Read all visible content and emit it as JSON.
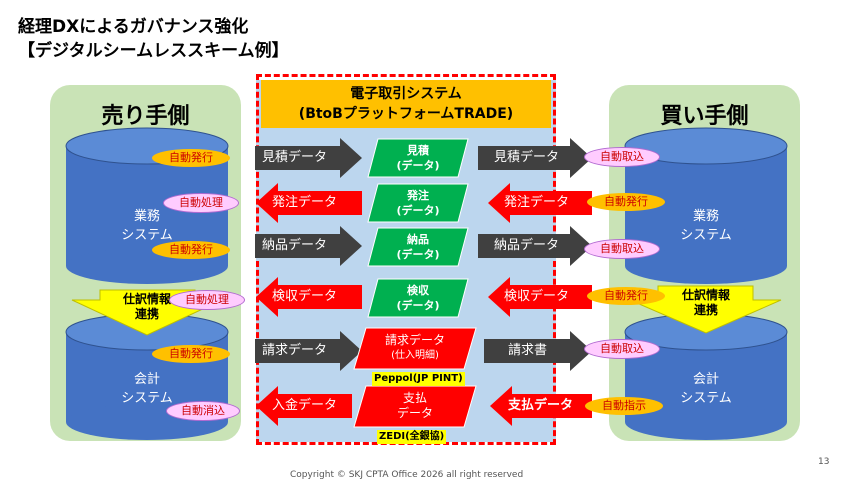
{
  "title": {
    "line1": "経理DXによるガバナンス強化",
    "line2": "【デジタルシームレススキーム例】"
  },
  "seller": {
    "title": "売り手側",
    "business": {
      "line1": "業務",
      "line2": "システム"
    },
    "accounting": {
      "line1": "会計",
      "line2": "システム"
    },
    "link": {
      "line1": "仕訳情報",
      "line2": "連携"
    }
  },
  "buyer": {
    "title": "買い手側",
    "business": {
      "line1": "業務",
      "line2": "システム"
    },
    "accounting": {
      "line1": "会計",
      "line2": "システム"
    },
    "link": {
      "line1": "仕訳情報",
      "line2": "連携"
    }
  },
  "center": {
    "header1": "電子取引システム",
    "header2": "(BtoBプラットフォームTRADE)",
    "docs": [
      {
        "line1": "見積",
        "line2": "(データ)"
      },
      {
        "line1": "発注",
        "line2": "(データ)"
      },
      {
        "line1": "納品",
        "line2": "(データ)"
      },
      {
        "line1": "検収",
        "line2": "(データ)"
      },
      {
        "line1": "請求データ",
        "line2": "(仕入明細)"
      },
      {
        "line1": "支払",
        "line2": "データ"
      }
    ],
    "tag_peppol": "Peppol(JP PINT)",
    "tag_zedi": "ZEDI(全銀協)"
  },
  "arrows": {
    "left": [
      "見積データ",
      "発注データ",
      "納品データ",
      "検収データ",
      "請求データ",
      "入金データ"
    ],
    "right": [
      "見積データ",
      "発注データ",
      "納品データ",
      "検収データ",
      "請求書",
      "支払データ"
    ]
  },
  "ovals": {
    "left": [
      "自動発行",
      "自動処理",
      "自動発行",
      "自動処理",
      "自動発行",
      "自動消込"
    ],
    "right": [
      "自動取込",
      "自動発行",
      "自動取込",
      "自動発行",
      "自動取込",
      "自動指示"
    ]
  },
  "footer": {
    "copyright": "Copyright © SKJ   CPTA Office 2026 all right reserved",
    "page": "13"
  },
  "colors": {
    "arrow_dark": "#404040",
    "arrow_red": "#ff0000",
    "doc_green": "#00b050",
    "doc_red": "#ff0000",
    "cylinder": "#4472c4",
    "link_arrow": "#ffff00"
  }
}
